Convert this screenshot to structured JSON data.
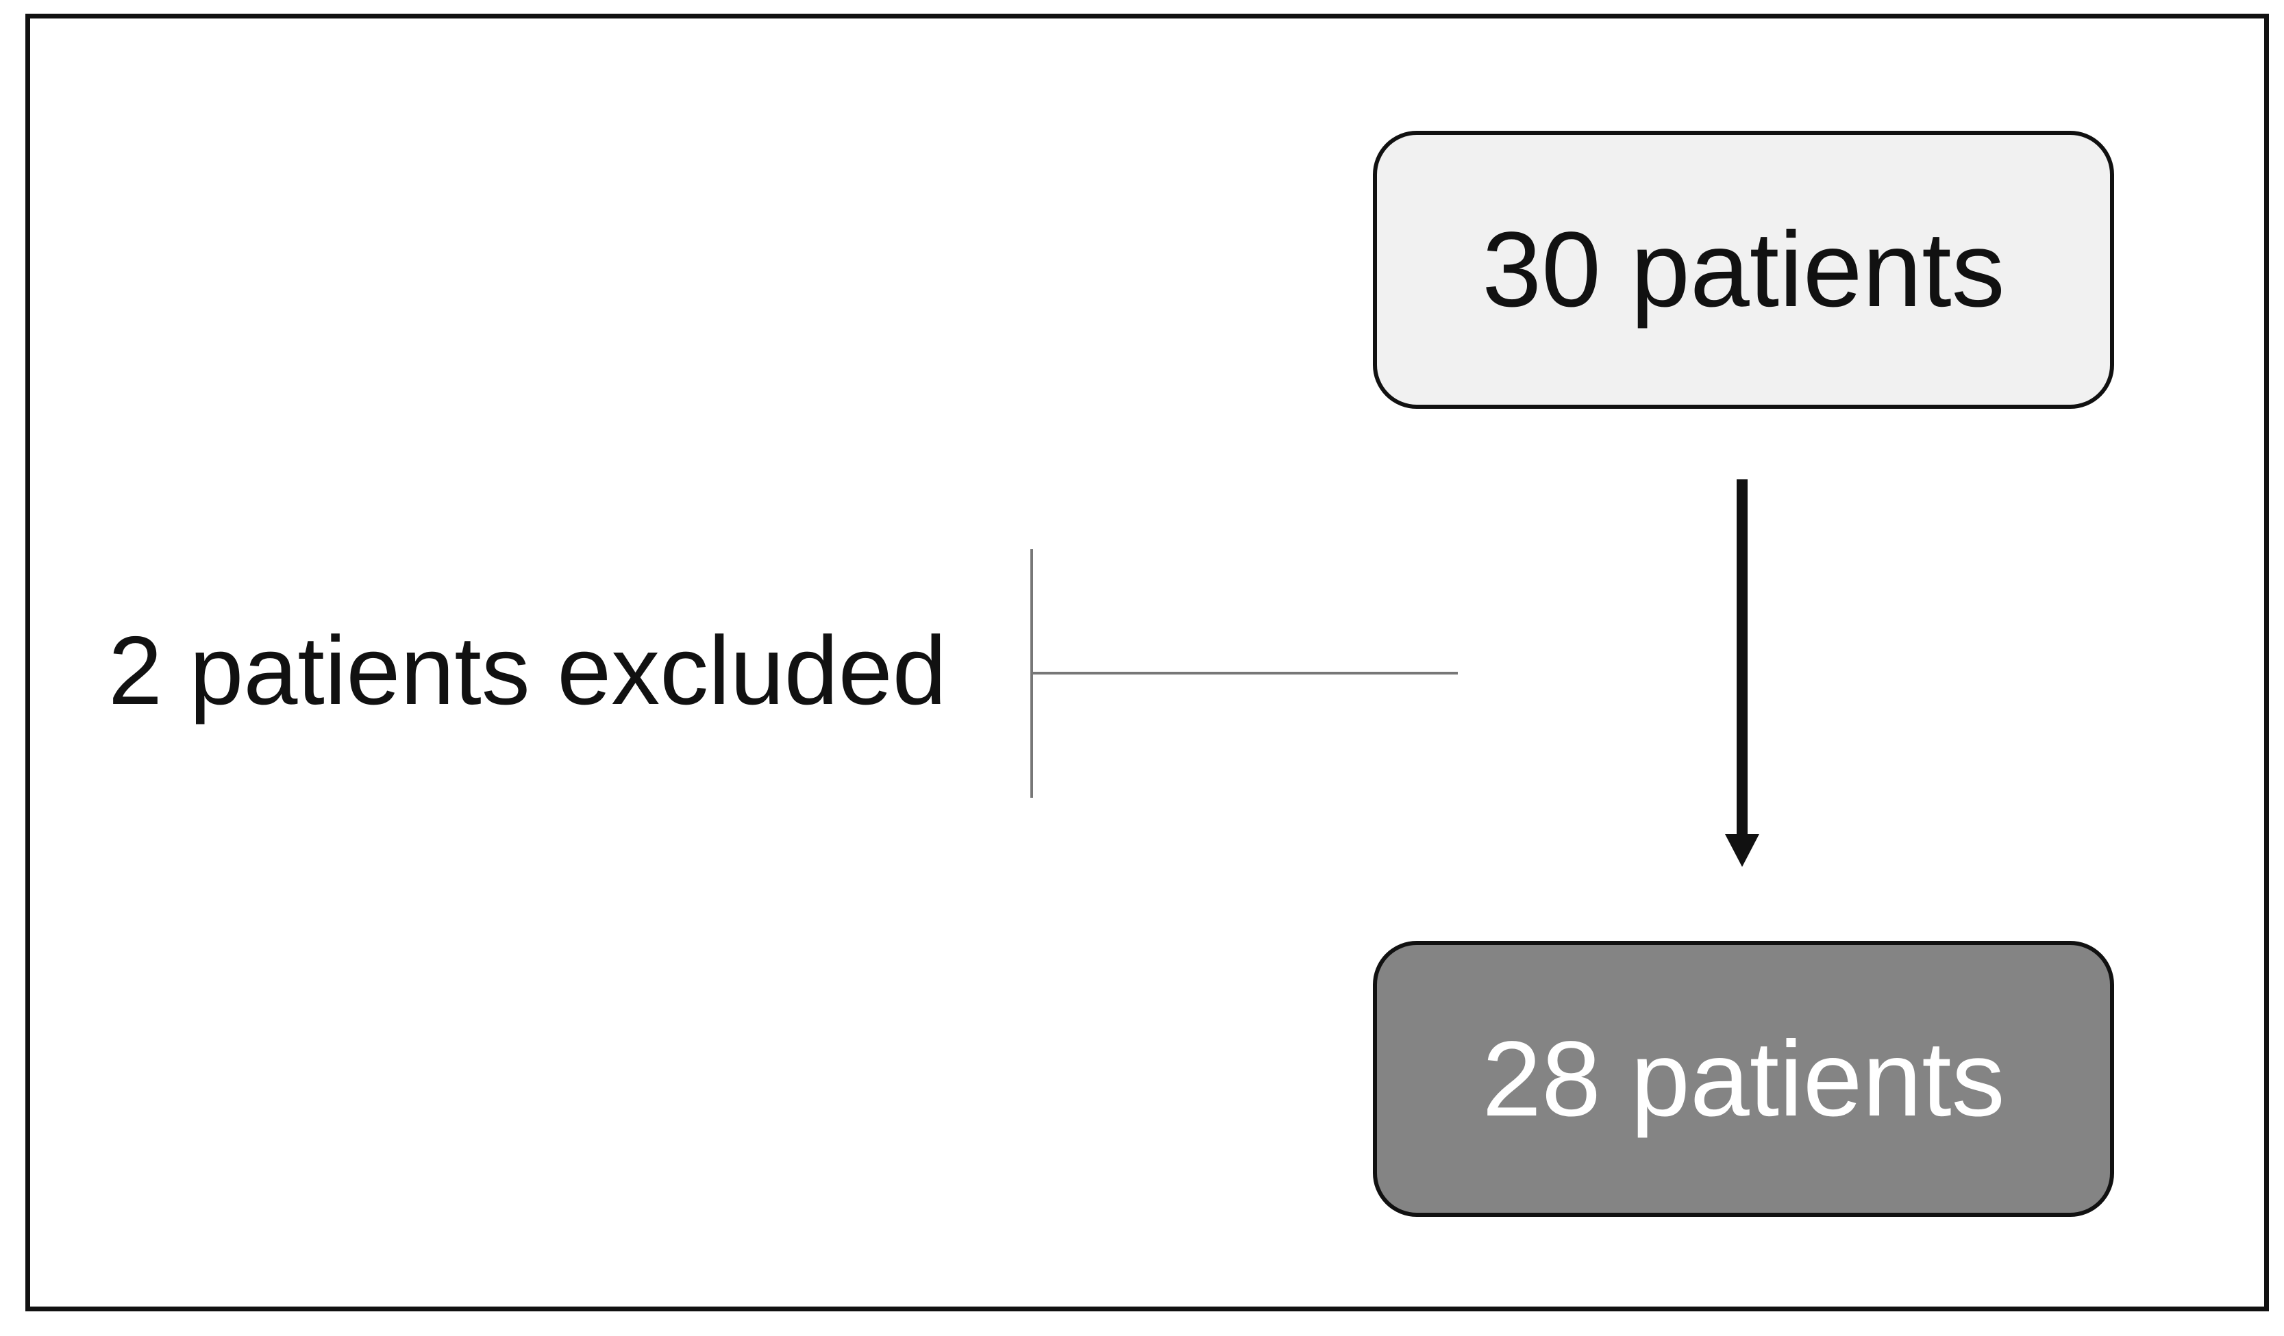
{
  "diagram": {
    "nodes": {
      "start": "30 patients",
      "end": "28 patients"
    },
    "exclusion": {
      "label": "2 patients excluded"
    },
    "colors": {
      "border": "#111111",
      "start_fill": "#f1f1f1",
      "end_fill": "#848484",
      "start_text": "#111111",
      "end_text": "#ffffff",
      "connector": "#777777",
      "arrow": "#111111"
    }
  }
}
